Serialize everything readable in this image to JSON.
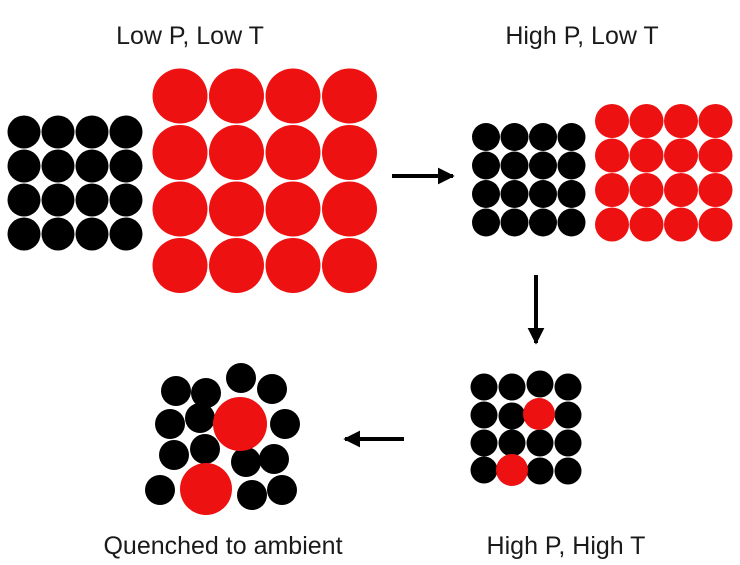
{
  "labels": {
    "top_left": "Low P, Low T",
    "top_right": "High P, Low T",
    "bottom_right": "High P, High T",
    "bottom_left": "Quenched to ambient"
  },
  "colors": {
    "black_atom": "#000000",
    "red_atom": "#ee1111",
    "arrow": "#000000",
    "text": "#1a1a1a"
  }
}
